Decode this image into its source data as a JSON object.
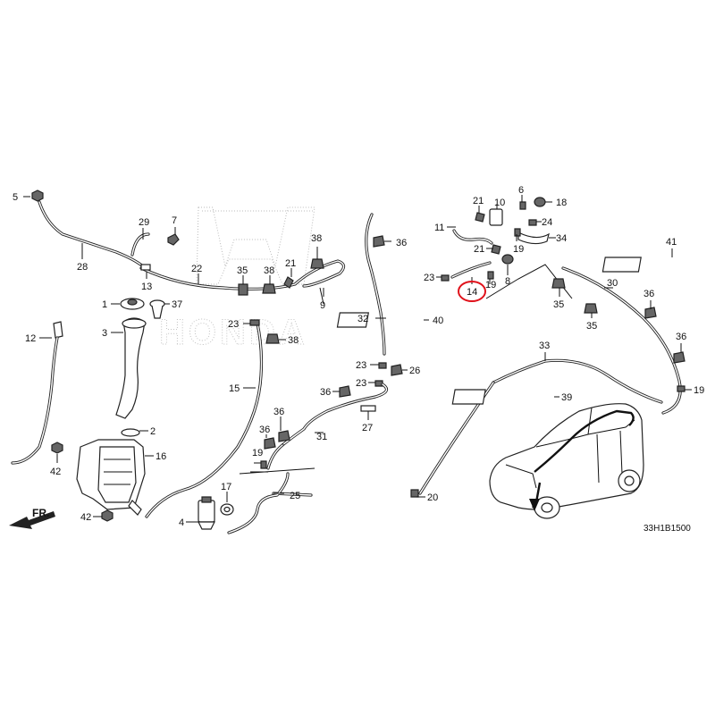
{
  "diagram": {
    "code": "33H1B1500",
    "direction_label": "FR.",
    "highlighted_part": "14",
    "watermark_text": "HONDA",
    "labels": {
      "p5": "5",
      "p28": "28",
      "p29": "29",
      "p7": "7",
      "p22": "22",
      "p13": "13",
      "p35a": "35",
      "p38a": "38",
      "p21a": "21",
      "p38b": "38",
      "p9": "9",
      "p1": "1",
      "p37": "37",
      "p3": "3",
      "p23a": "23",
      "p38c": "38",
      "p12": "12",
      "p15": "15",
      "p2": "2",
      "p16": "16",
      "p42a": "42",
      "p42b": "42",
      "p17": "17",
      "p4": "4",
      "p25": "25",
      "p36a": "36",
      "p32": "32",
      "p40": "40",
      "p23b": "23",
      "p26": "26",
      "p23c": "23",
      "p36b": "36",
      "p36c": "36",
      "p31": "31",
      "p27": "27",
      "p36d": "36",
      "p19a": "19",
      "p21b": "21",
      "p10": "10",
      "p6": "6",
      "p18": "18",
      "p11": "11",
      "p24": "24",
      "p34": "34",
      "p21c": "21",
      "p19b": "19",
      "p23d": "23",
      "p8": "8",
      "p14": "14",
      "p19c": "19",
      "p41": "41",
      "p30": "30",
      "p35b": "35",
      "p35c": "35",
      "p36e": "36",
      "p36f": "36",
      "p33": "33",
      "p39": "39",
      "p19d": "19",
      "p20": "20"
    }
  }
}
